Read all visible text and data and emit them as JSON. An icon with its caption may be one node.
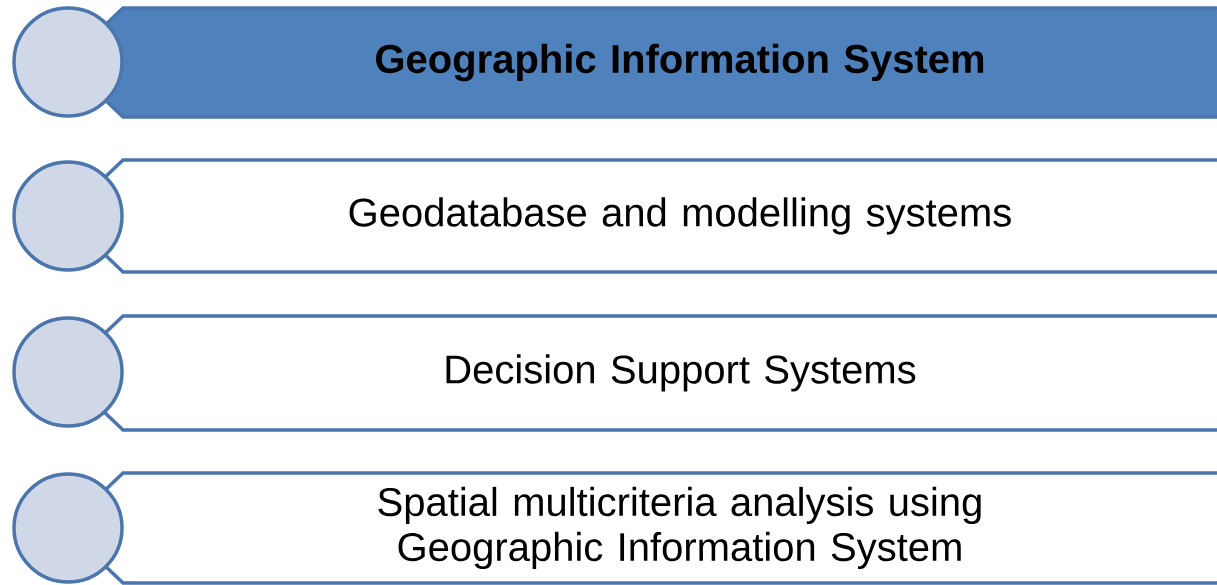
{
  "diagram": {
    "nodes": [
      {
        "text": [
          "Geographic Information System"
        ]
      },
      {
        "text": [
          "Geodatabase and modelling systems"
        ]
      },
      {
        "text": [
          "Decision Support Systems"
        ]
      },
      {
        "text": [
          "Spatial multicriteria analysis using Geographic Information System"
        ]
      },
      {
        "text": [],
        "shape": "circle"
      },
      {
        "text": [],
        "shape": "circle"
      },
      {
        "text": [],
        "shape": "circle"
      },
      {
        "text": [],
        "shape": "circle"
      }
    ]
  }
}
